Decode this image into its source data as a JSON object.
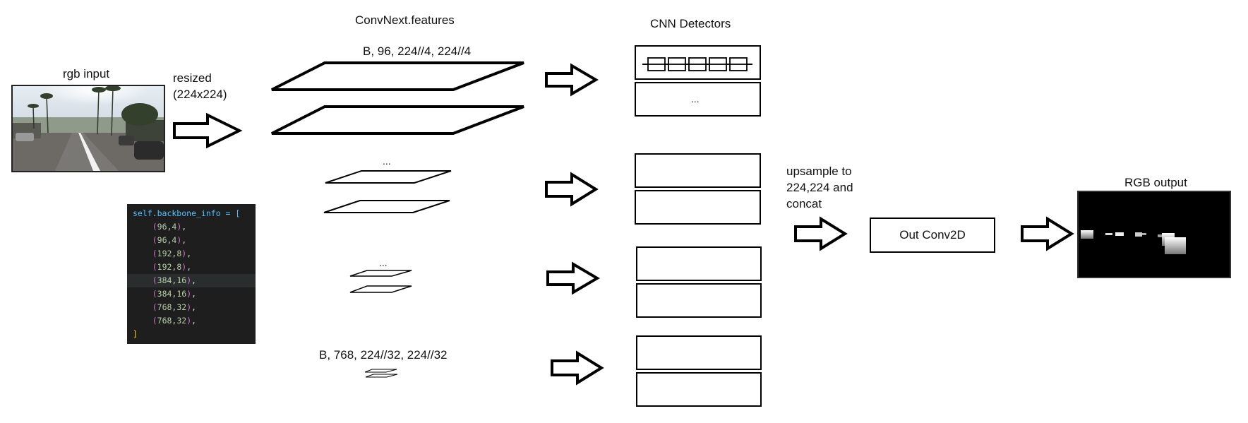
{
  "title": "ConvNext.features",
  "detectors_title": "CNN Detectors",
  "input": {
    "label": "rgb input"
  },
  "resize_label": "resized\n(224x224)",
  "feature_top_label": "B, 96, 224//4, 224//4",
  "feature_bottom_label": "B, 768, 224//32, 224//32",
  "ellipsis": "...",
  "upsample_label": "upsample to\n224,224 and\nconcat",
  "out_conv_label": "Out Conv2D",
  "output": {
    "label": "RGB output"
  },
  "code": {
    "first_line": "self.backbone_info = [",
    "entries": [
      "96,4",
      "96,4",
      "192,8",
      "192,8",
      "384,16",
      "384,16",
      "768,32",
      "768,32"
    ],
    "closing": "]"
  },
  "colors": {
    "code_bg": "#1e1e1e",
    "code_var": "#4fc1ff",
    "code_paren": "#da70d6",
    "code_num": "#b5cea8",
    "code_bracket": "#ffd700"
  }
}
